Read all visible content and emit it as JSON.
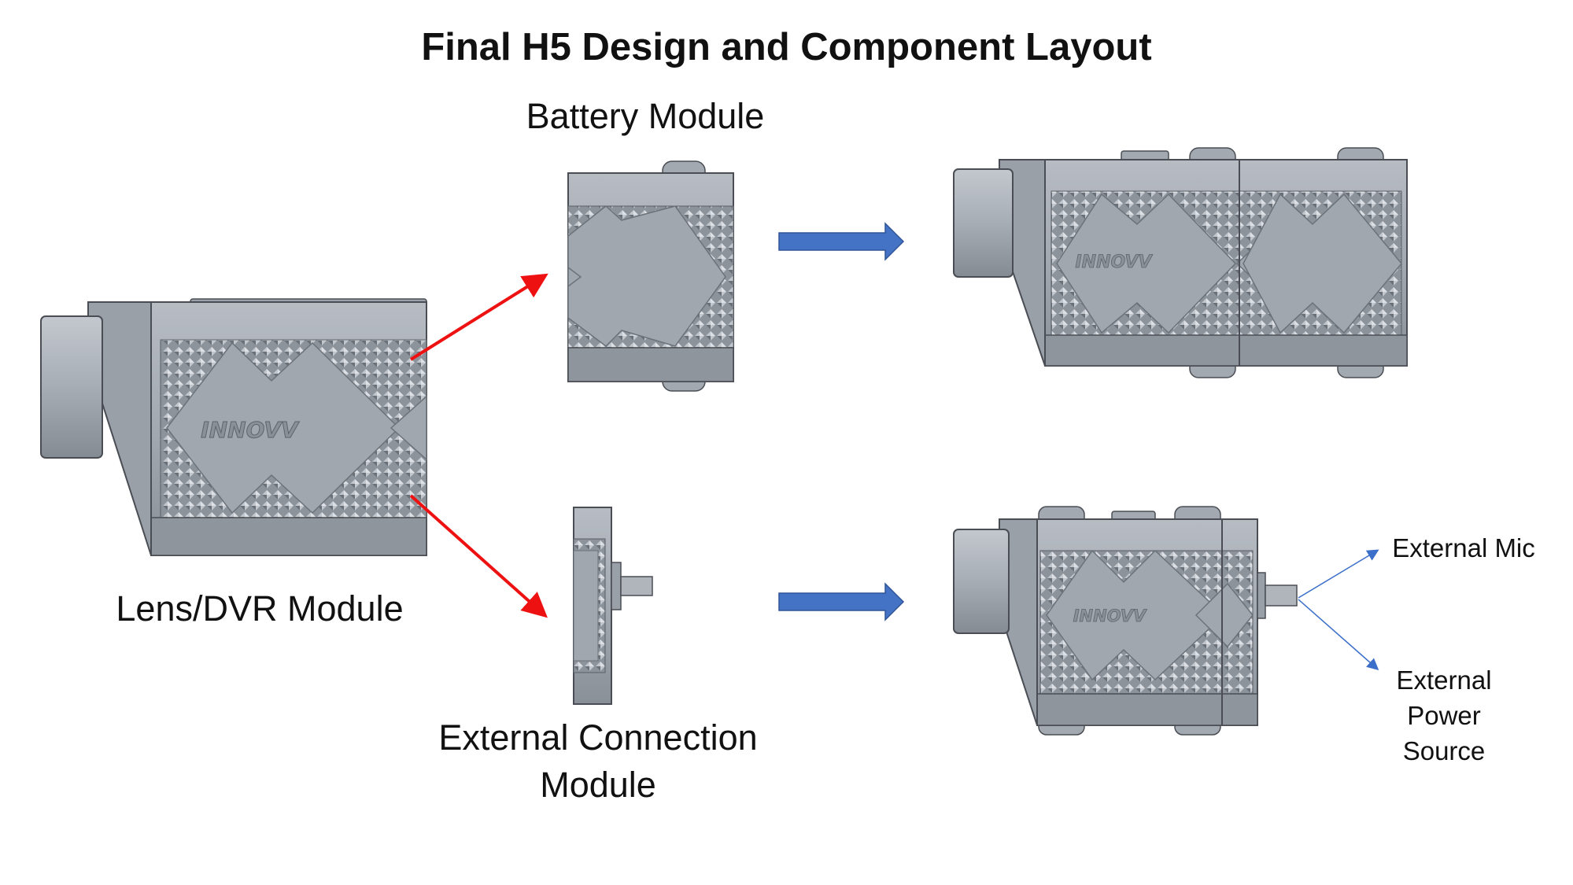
{
  "title": "Final H5 Design and Component Layout",
  "labels": {
    "battery_module": "Battery Module",
    "lens_dvr_module": "Lens/DVR Module",
    "external_connection_line1": "External Connection",
    "external_connection_line2": "Module",
    "external_mic": "External Mic",
    "external_power_line1": "External",
    "external_power_line2": "Power",
    "external_power_line3": "Source"
  },
  "logo_text": "INNOVV",
  "colors": {
    "body_gray": "#a3a9b1",
    "body_dark": "#7d838b",
    "outline": "#4a4e54",
    "red_arrow": "#ee1111",
    "blue_arrow": "#4472c4",
    "thin_line": "#3b6fc9"
  }
}
